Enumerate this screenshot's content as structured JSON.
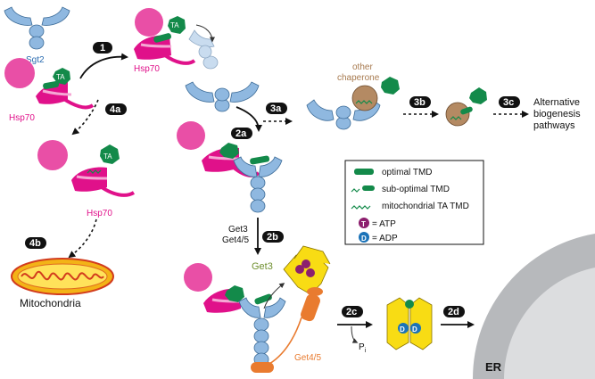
{
  "labels": {
    "sgt2": "Sgt2",
    "hsp70": "Hsp70",
    "ta": "TA",
    "other_chaperone_line1": "other",
    "other_chaperone_line2": "chaperone",
    "alternative_line1": "Alternative",
    "alternative_line2": "biogenesis",
    "alternative_line3": "pathways",
    "get3": "Get3",
    "get45": "Get4/5",
    "mitochondria": "Mitochondria",
    "er": "ER",
    "pi": "P",
    "pi_sub": "i",
    "t_glyph": "T",
    "d_glyph": "D"
  },
  "steps": {
    "s1": "1",
    "s2a": "2a",
    "s2b": "2b",
    "s2c": "2c",
    "s2d": "2d",
    "s3a": "3a",
    "s3b": "3b",
    "s3c": "3c",
    "s4a": "4a",
    "s4b": "4b"
  },
  "legend": {
    "optimal": "optimal TMD",
    "suboptimal": "sub-optimal TMD",
    "mito": "mitochondrial TA TMD",
    "atp": "= ATP",
    "adp": "= ADP"
  },
  "colors": {
    "sgt2_blue": "#8fb8e0",
    "hsp70_pink": "#e0118a",
    "ta_green": "#138a4a",
    "get3_yellow": "#f8dc14",
    "get45_orange": "#e97b2f",
    "chaperone_brown": "#b48a63",
    "atp_purple": "#8c1f6e",
    "adp_blue": "#1b73b8",
    "er_gray": "#b9bbbe"
  }
}
